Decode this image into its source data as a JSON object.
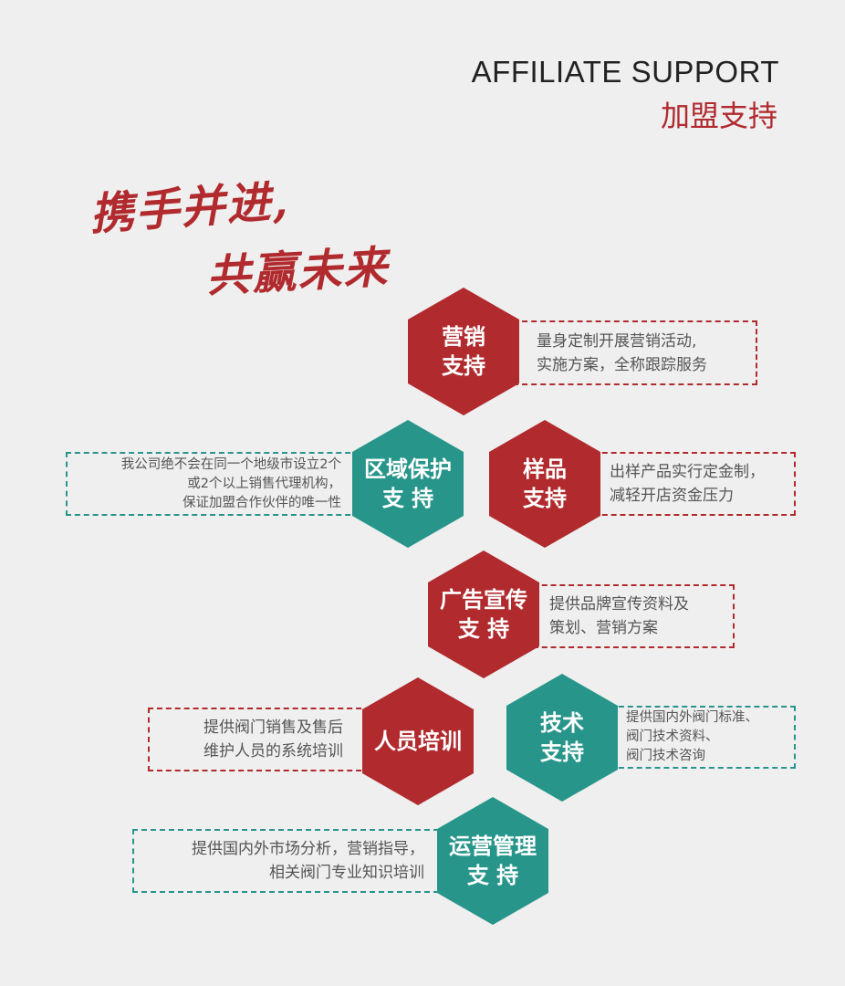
{
  "header": {
    "title_en": "AFFILIATE SUPPORT",
    "title_cn": "加盟支持"
  },
  "slogan": {
    "line1": "携手并进,",
    "line2": "共赢未来"
  },
  "colors": {
    "red": "#b02a2e",
    "teal": "#27958a",
    "background": "#efefef"
  },
  "items": [
    {
      "title": [
        "营销",
        "支持"
      ],
      "desc": [
        "量身定制开展营销活动,",
        "实施方案，全称跟踪服务"
      ]
    },
    {
      "title": [
        "区域保护",
        "支 持"
      ],
      "desc": [
        "我公司绝不会在同一个地级市设立2个",
        "或2个以上销售代理机构，",
        "保证加盟合作伙伴的唯一性"
      ]
    },
    {
      "title": [
        "样品",
        "支持"
      ],
      "desc": [
        "出样产品实行定金制，",
        "减轻开店资金压力"
      ]
    },
    {
      "title": [
        "广告宣传",
        "支 持"
      ],
      "desc": [
        "提供品牌宣传资料及",
        "策划、营销方案"
      ]
    },
    {
      "title": [
        "人员培训"
      ],
      "desc": [
        "提供阀门销售及售后",
        "维护人员的系统培训"
      ]
    },
    {
      "title": [
        "技术",
        "支持"
      ],
      "desc": [
        "提供国内外阀门标准、",
        "阀门技术资料、",
        "阀门技术咨询"
      ]
    },
    {
      "title": [
        "运营管理",
        "支 持"
      ],
      "desc": [
        "提供国内外市场分析，营销指导，",
        "相关阀门专业知识培训"
      ]
    }
  ]
}
